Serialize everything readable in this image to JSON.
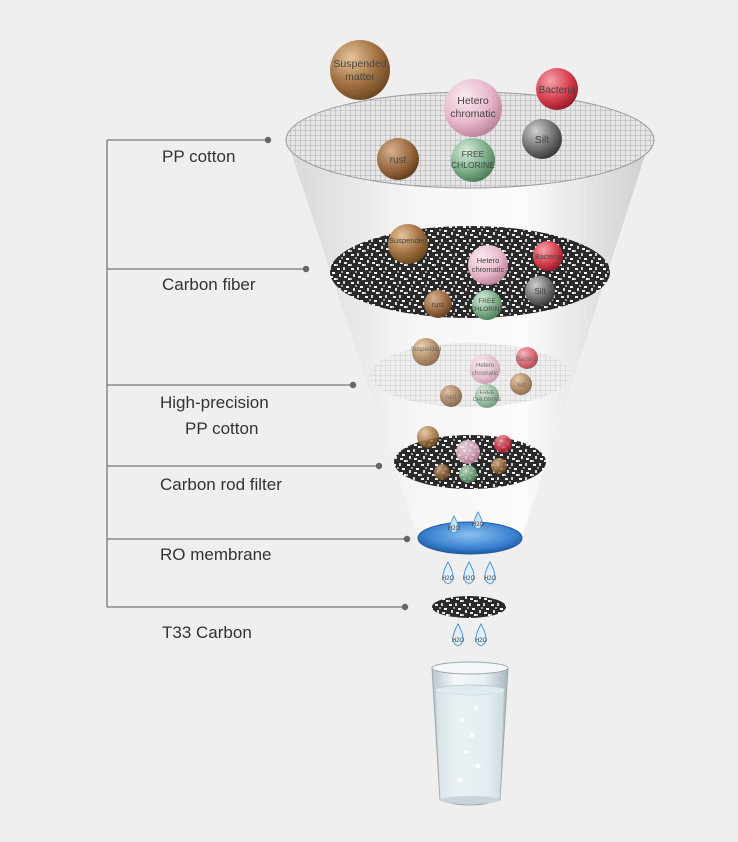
{
  "stages": [
    {
      "label": "PP cotton"
    },
    {
      "label": "Carbon fiber"
    },
    {
      "label_line1": "High-precision",
      "label_line2": "PP cotton"
    },
    {
      "label": "Carbon rod filter"
    },
    {
      "label": "RO membrane"
    },
    {
      "label": "T33 Carbon"
    }
  ],
  "contaminants": {
    "suspended_line1": "Suspended",
    "suspended_line2": "matter",
    "hetero_line1": "Hetero",
    "hetero_line2": "chromatic",
    "bacteria": "Bacteria",
    "silt": "Silt",
    "rust": "rust",
    "chlorine_line1": "FREE",
    "chlorine_line2": "CHLORINE"
  },
  "water_label": "H2O",
  "colors": {
    "background": "#efefef",
    "suspended": "#a07040",
    "hetero": "#e8b8cc",
    "bacteria": "#d84050",
    "silt": "#666666",
    "rust": "#9a6a42",
    "chlorine": "#7fb08a",
    "membrane": "#3a82d0"
  }
}
